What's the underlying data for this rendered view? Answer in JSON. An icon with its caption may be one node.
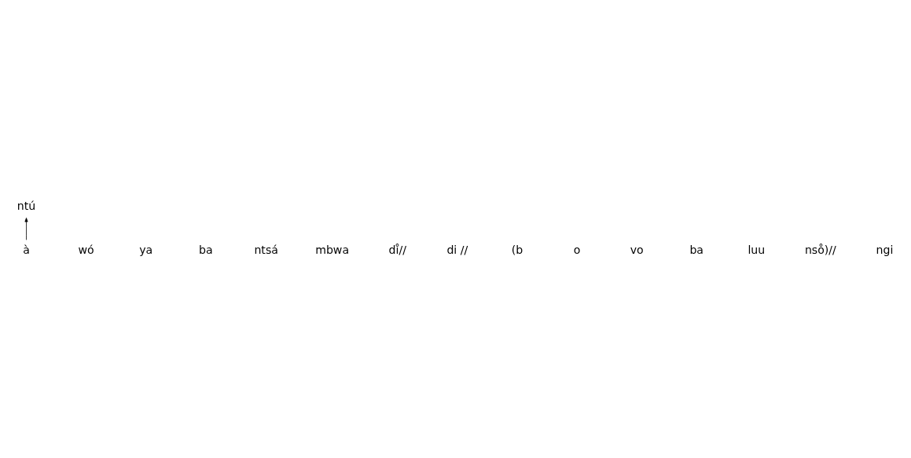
{
  "diagram": {
    "nodes": [
      {
        "text": [
          "ntú"
        ]
      },
      {
        "text": [
          "à"
        ]
      }
    ],
    "edges": [
      {
        "from": 1,
        "to": 0,
        "arrow": "to"
      }
    ],
    "labels": [
      "wó",
      "ya",
      "ba",
      "ntsá",
      "mbwa",
      "di̊//",
      "di //",
      "(b",
      "o",
      "vo",
      "ba",
      "luu",
      "nso̊)//",
      "ngi"
    ]
  }
}
